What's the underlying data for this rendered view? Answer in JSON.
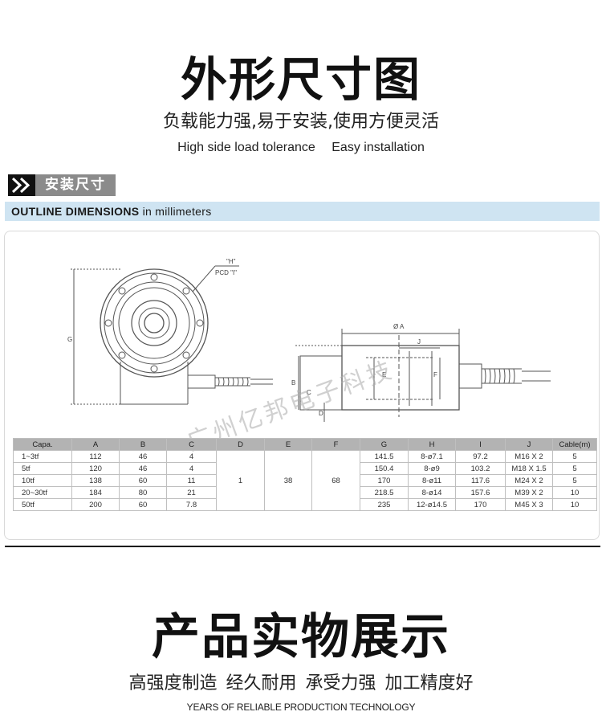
{
  "section1": {
    "title": "外形尺寸图",
    "subtitle": "负载能力强,易于安装,使用方便灵活",
    "subtitle_en": [
      "High side load tolerance",
      "Easy installation"
    ]
  },
  "header": {
    "label": "安装尺寸",
    "bar_bold": "OUTLINE DIMENSIONS",
    "bar_normal": "in millimeters"
  },
  "drawing": {
    "labels": {
      "h": "\"H\"",
      "pcd": "PCD \"I\"",
      "g": "G",
      "phi_a": "Ø A",
      "j": "J",
      "e": "E",
      "b": "B",
      "f": "F",
      "d": "D",
      "c": "C"
    }
  },
  "watermark": "广州亿邦电子科技",
  "table": {
    "headers": [
      "Capa.",
      "A",
      "B",
      "C",
      "D",
      "E",
      "F",
      "G",
      "H",
      "I",
      "J",
      "Cable(m)"
    ],
    "shared": {
      "D": "1",
      "E": "38",
      "F": "68"
    },
    "rows": [
      {
        "capa": "1~3tf",
        "A": "112",
        "B": "46",
        "C": "4",
        "G": "141.5",
        "H": "8-ø7.1",
        "I": "97.2",
        "J": "M16 X 2",
        "cable": "5"
      },
      {
        "capa": "5tf",
        "A": "120",
        "B": "46",
        "C": "4",
        "G": "150.4",
        "H": "8-ø9",
        "I": "103.2",
        "J": "M18 X 1.5",
        "cable": "5"
      },
      {
        "capa": "10tf",
        "A": "138",
        "B": "60",
        "C": "11",
        "G": "170",
        "H": "8-ø11",
        "I": "117.6",
        "J": "M24 X 2",
        "cable": "5"
      },
      {
        "capa": "20~30tf",
        "A": "184",
        "B": "80",
        "C": "21",
        "G": "218.5",
        "H": "8-ø14",
        "I": "157.6",
        "J": "M39 X 2",
        "cable": "10"
      },
      {
        "capa": "50tf",
        "A": "200",
        "B": "60",
        "C": "7.8",
        "G": "235",
        "H": "12-ø14.5",
        "I": "170",
        "J": "M45 X 3",
        "cable": "10"
      }
    ]
  },
  "section2": {
    "title": "产品实物展示",
    "subtitle": [
      "高强度制造",
      "经久耐用",
      "承受力强",
      "加工精度好"
    ],
    "subtitle_en": "YEARS OF RELIABLE PRODUCTION TECHNOLOGY"
  }
}
